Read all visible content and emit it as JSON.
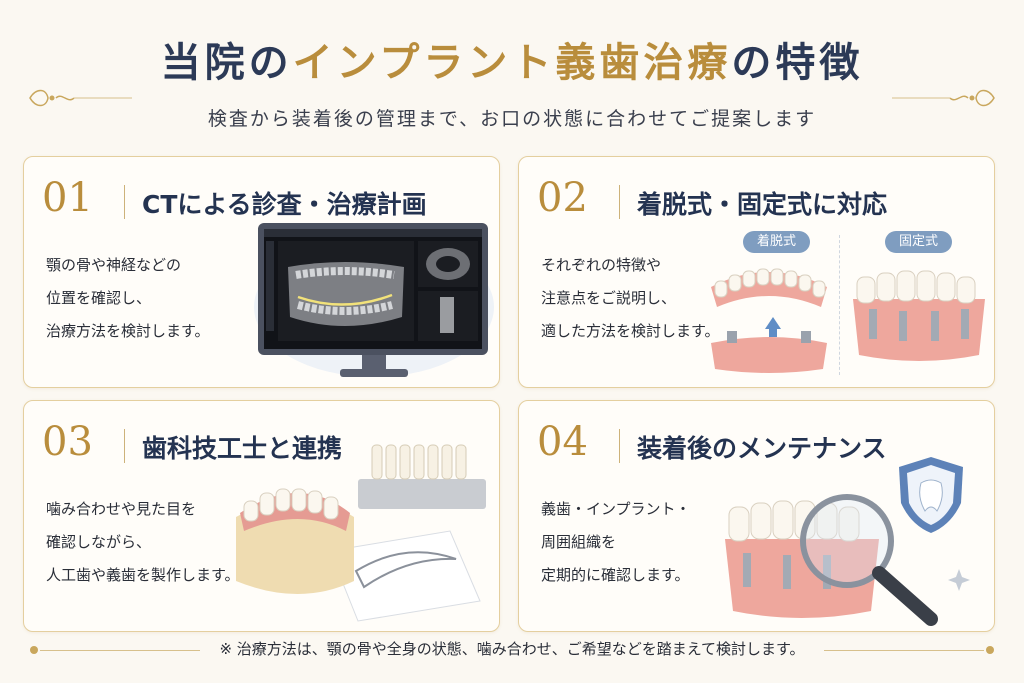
{
  "header": {
    "title_pre": "当院の",
    "title_accent": "インプラント義歯治療",
    "title_post": "の特徴",
    "subtitle": "検査から装着後の管理まで、お口の状態に合わせてご提案します"
  },
  "cards": [
    {
      "number": "01",
      "title": "CTによる診査・治療計画",
      "lines": [
        "顎の骨や神経などの",
        "位置を確認し、",
        "治療方法を検討します。"
      ]
    },
    {
      "number": "02",
      "title": "着脱式・固定式に対応",
      "lines": [
        "それぞれの特徴や",
        "注意点をご説明し、",
        "適した方法を検討します。"
      ],
      "badges": [
        "着脱式",
        "固定式"
      ]
    },
    {
      "number": "03",
      "title": "歯科技工士と連携",
      "lines": [
        "噛み合わせや見た目を",
        "確認しながら、",
        "人工歯や義歯を製作します。"
      ]
    },
    {
      "number": "04",
      "title": "装着後のメンテナンス",
      "lines": [
        "義歯・インプラント・",
        "周囲組織を",
        "定期的に確認します。"
      ]
    }
  ],
  "footer": {
    "note": "※ 治療方法は、顎の骨や全身の状態、噛み合わせ、ご希望などを踏まえて検討します。"
  },
  "colors": {
    "gold": "#b98d3c",
    "navy": "#243351",
    "gum": "#e9a39b",
    "badge_blue": "#7f9dc0"
  }
}
